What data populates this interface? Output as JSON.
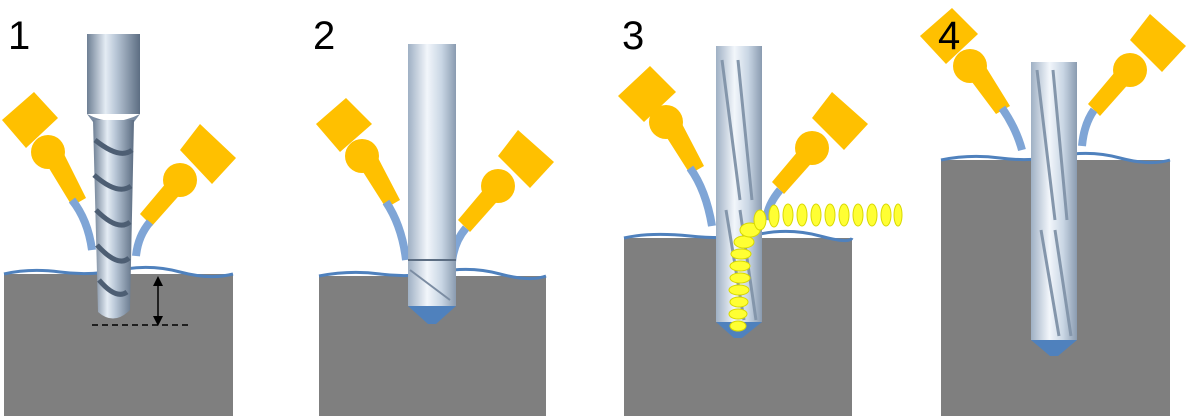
{
  "diagram": {
    "steps": [
      {
        "number": "1",
        "tool": "end-mill"
      },
      {
        "number": "2",
        "tool": "spot-drill"
      },
      {
        "number": "3",
        "tool": "twist-drill"
      },
      {
        "number": "4",
        "tool": "twist-drill"
      }
    ],
    "colors": {
      "workpiece": "#7f7f7f",
      "coolant_nozzle": "#ffc000",
      "coolant_film": "#4f81bd",
      "chips": "#ffff33",
      "tool_steel": "#a9b7c8",
      "background": "#ffffff"
    }
  }
}
